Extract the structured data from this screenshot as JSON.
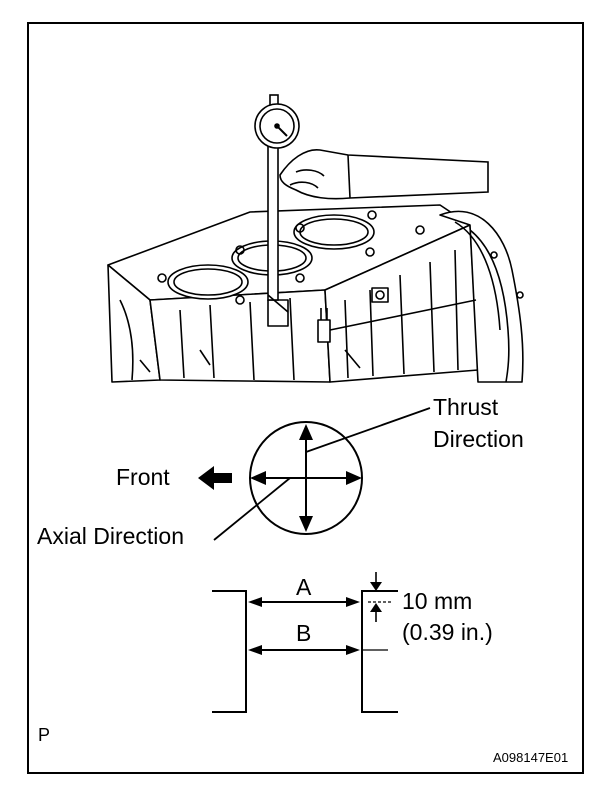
{
  "figure": {
    "labels": {
      "thrust_line1": "Thrust",
      "thrust_line2": "Direction",
      "front": "Front",
      "axial": "Axial Direction",
      "point_a": "A",
      "point_b": "B",
      "offset_metric": "10 mm",
      "offset_imperial": "(0.39 in.)",
      "corner_mark": "P",
      "figure_id": "A098147E01"
    },
    "icons": {
      "dial_indicator": "cylinder-bore-gauge-icon",
      "engine_block": "engine-block-icon",
      "front_arrow": "arrow-left-icon"
    }
  }
}
